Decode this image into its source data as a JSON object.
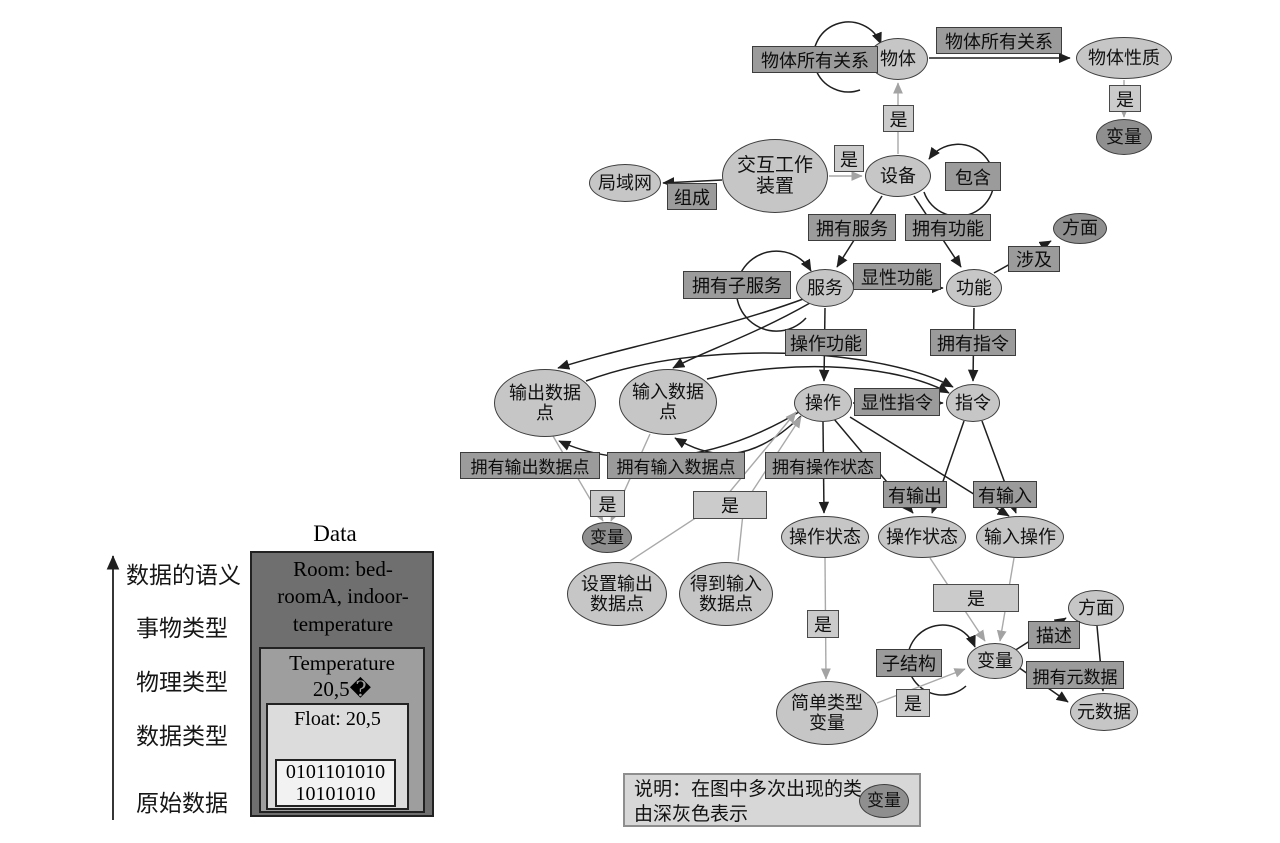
{
  "diagram": {
    "nodes": {
      "object": "物体",
      "object_property": "物体性质",
      "variable": "变量",
      "lan": "局域网",
      "interworking_device": "交互工作\n装置",
      "device": "设备",
      "aspect": "方面",
      "service": "服务",
      "function": "功能",
      "output_datapoint": "输出数据\n点",
      "input_datapoint": "输入数据\n点",
      "operation": "操作",
      "command": "指令",
      "operation_state": "操作状态",
      "input_operation": "输入操作",
      "set_output_datapoint": "设置输出\n数据点",
      "get_input_datapoint": "得到输入\n数据点",
      "simple_type_variable": "简单类型\n变量",
      "metadata": "元数据"
    },
    "relations": {
      "object_all_relations": "物体所有关系",
      "is": "是",
      "compose": "组成",
      "contains": "包含",
      "has_service": "拥有服务",
      "has_function": "拥有功能",
      "involves": "涉及",
      "explicit_function": "显性功能",
      "has_sub_service": "拥有子服务",
      "operation_function": "操作功能",
      "has_command": "拥有指令",
      "explicit_command": "显性指令",
      "has_output_datapoint": "拥有输出数据点",
      "has_input_datapoint": "拥有输入数据点",
      "has_operation_state": "拥有操作状态",
      "has_output": "有输出",
      "has_input": "有输入",
      "describes": "描述",
      "substructure": "子结构",
      "has_metadata": "拥有元数据"
    },
    "colors": {
      "class_fill": "#c6c6c6",
      "repeated_class_fill": "#8f8f8f",
      "relation_fill": "#9b9b9b",
      "isa_fill": "#cbcbcb"
    }
  },
  "data_panel": {
    "title": "Data",
    "axis_labels": [
      "数据的语义",
      "事物类型",
      "物理类型",
      "数据类型",
      "原始数据"
    ],
    "semantic_layer": "Room: bed-\nroomA, indoor-\ntemperature",
    "physical_layer": "Temperature\n20,5�",
    "datatype_layer": "Float: 20,5",
    "raw_layer": "0101101010\n10101010"
  },
  "legend": {
    "text": "说明：在图中多次出现的类\n由深灰色表示",
    "node": "变量"
  }
}
